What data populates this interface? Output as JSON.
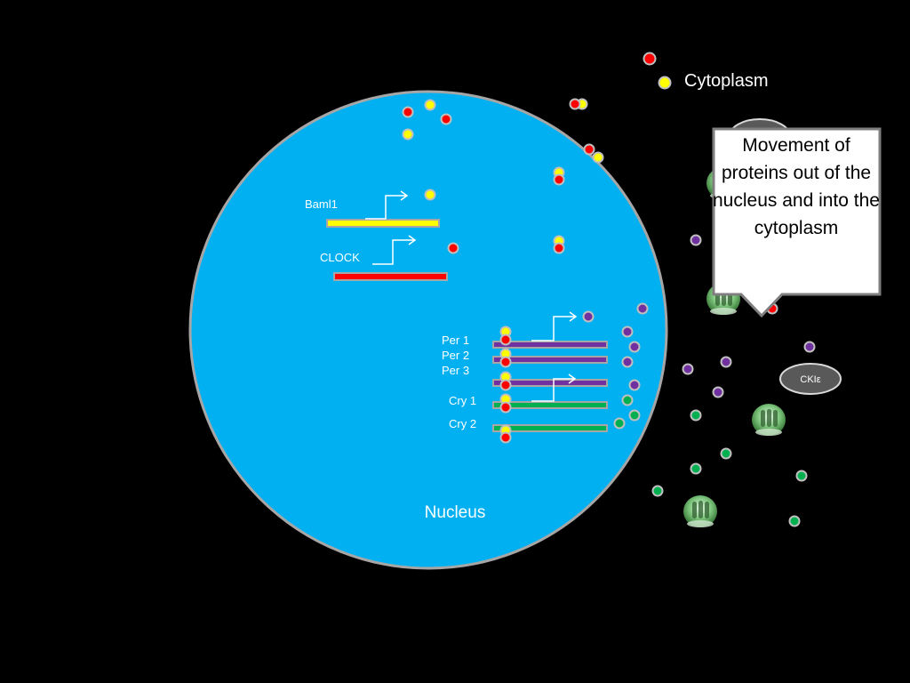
{
  "legend": {
    "label": "Cytoplasm"
  },
  "nucleus": {
    "label": "Nucleus"
  },
  "genes": [
    {
      "label": "Baml1",
      "bar_color": "#ffff00"
    },
    {
      "label": "CLOCK",
      "bar_color": "#ff0000"
    },
    {
      "label": "Per 1",
      "bar_color": "#7030a0"
    },
    {
      "label": "Per 2",
      "bar_color": "#7030a0"
    },
    {
      "label": "Per 3",
      "bar_color": "#7030a0"
    },
    {
      "label": "Cry 1",
      "bar_color": "#00b050"
    },
    {
      "label": "Cry 2",
      "bar_color": "#00b050"
    }
  ],
  "callout": {
    "text": "Movement of proteins out of the nucleus and into the cytoplasm"
  },
  "enzyme": {
    "label": "CKIε"
  },
  "colors": {
    "background": "#000000",
    "nucleus": "#00b0f0",
    "protein_yellow": "#ffff00",
    "protein_red": "#ff0000",
    "protein_purple": "#7030a0",
    "protein_green": "#00b050",
    "proteasome": "#5aa85a"
  }
}
